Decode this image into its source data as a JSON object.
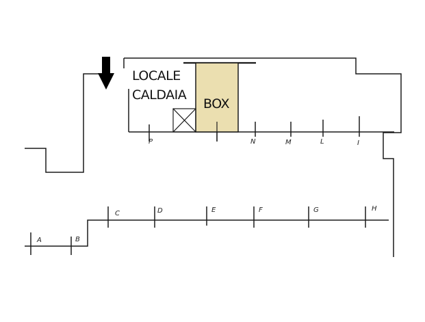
{
  "plan": {
    "rooms": {
      "locale_caldaia": {
        "line1": "LOCALE",
        "line2": "CALDAIA"
      },
      "box": {
        "label": "BOX",
        "fill": "#ebdfb0"
      }
    },
    "upper_section_markers": [
      "P",
      "N",
      "M",
      "L",
      "I"
    ],
    "lower_section_markers": [
      "A",
      "B",
      "C",
      "D",
      "E",
      "F",
      "G",
      "H"
    ],
    "entrance_arrow": "arrow-down",
    "line_color": "#1a1a1a"
  },
  "labels": {
    "P": "P",
    "N": "N",
    "M": "M",
    "L": "L",
    "I": "I",
    "A": "A",
    "B": "B",
    "C": "C",
    "D": "D",
    "E": "E",
    "F": "F",
    "G": "G",
    "H": "H"
  }
}
